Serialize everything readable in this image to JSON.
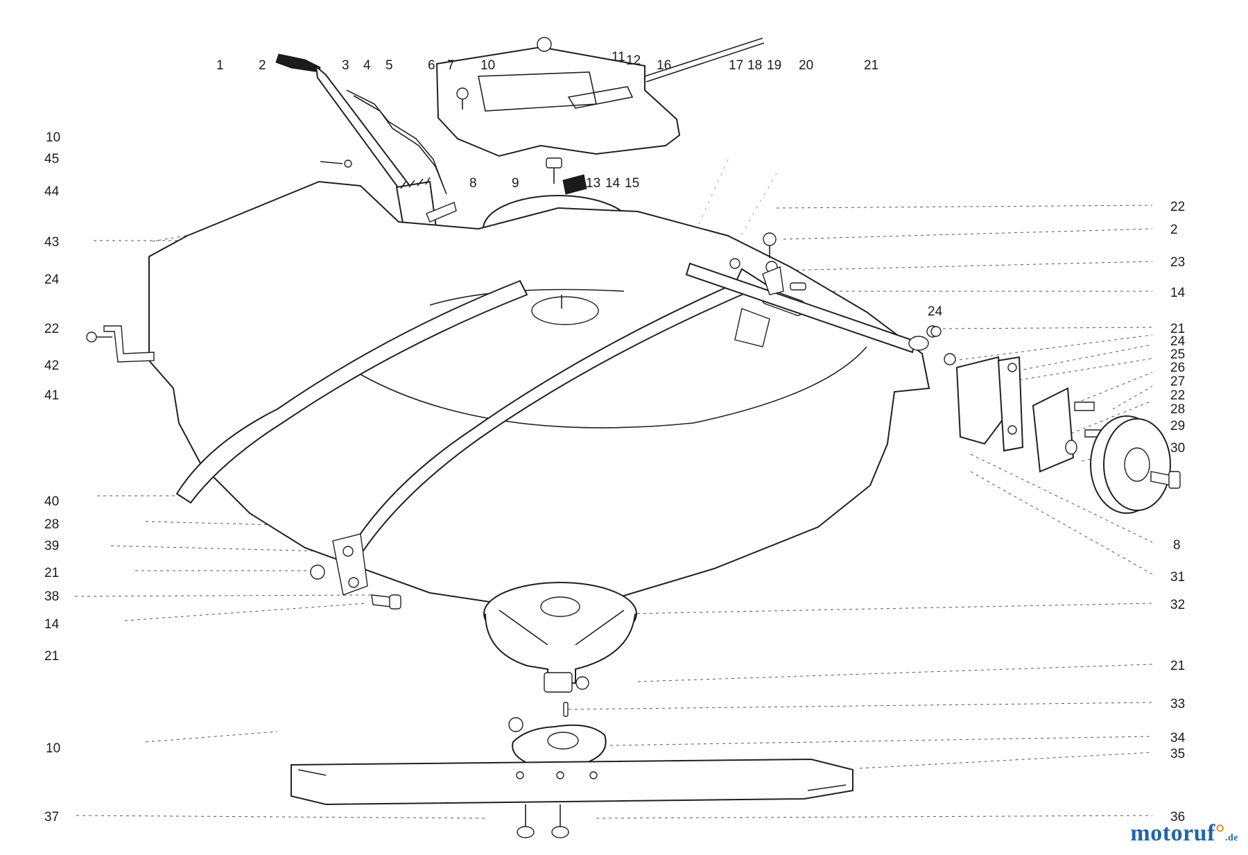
{
  "diagram": {
    "top_callouts": [
      "1",
      "2",
      "3",
      "4",
      "5",
      "6",
      "7",
      "10",
      "11",
      "12",
      "16",
      "17",
      "18",
      "19",
      "20",
      "21"
    ],
    "mid_callouts": [
      "8",
      "9",
      "13",
      "14",
      "15"
    ],
    "left_callouts": [
      "10",
      "45",
      "44",
      "43",
      "24",
      "22",
      "42",
      "41",
      "40",
      "28",
      "39",
      "21",
      "38",
      "14",
      "21",
      "10",
      "37"
    ],
    "right_callouts": [
      "22",
      "2",
      "23",
      "14",
      "21",
      "24",
      "25",
      "26",
      "27",
      "22",
      "28",
      "29",
      "30",
      "8",
      "31",
      "32",
      "21",
      "33",
      "34",
      "35",
      "36"
    ],
    "inner_callouts": [
      "24"
    ]
  },
  "watermark": {
    "main": "motoruf",
    "accent": "°",
    "tld": ".de"
  },
  "colors": {
    "watermark_main": "#1f64b0",
    "watermark_accent": "#e08a1e",
    "ink": "#1b1b1b"
  }
}
